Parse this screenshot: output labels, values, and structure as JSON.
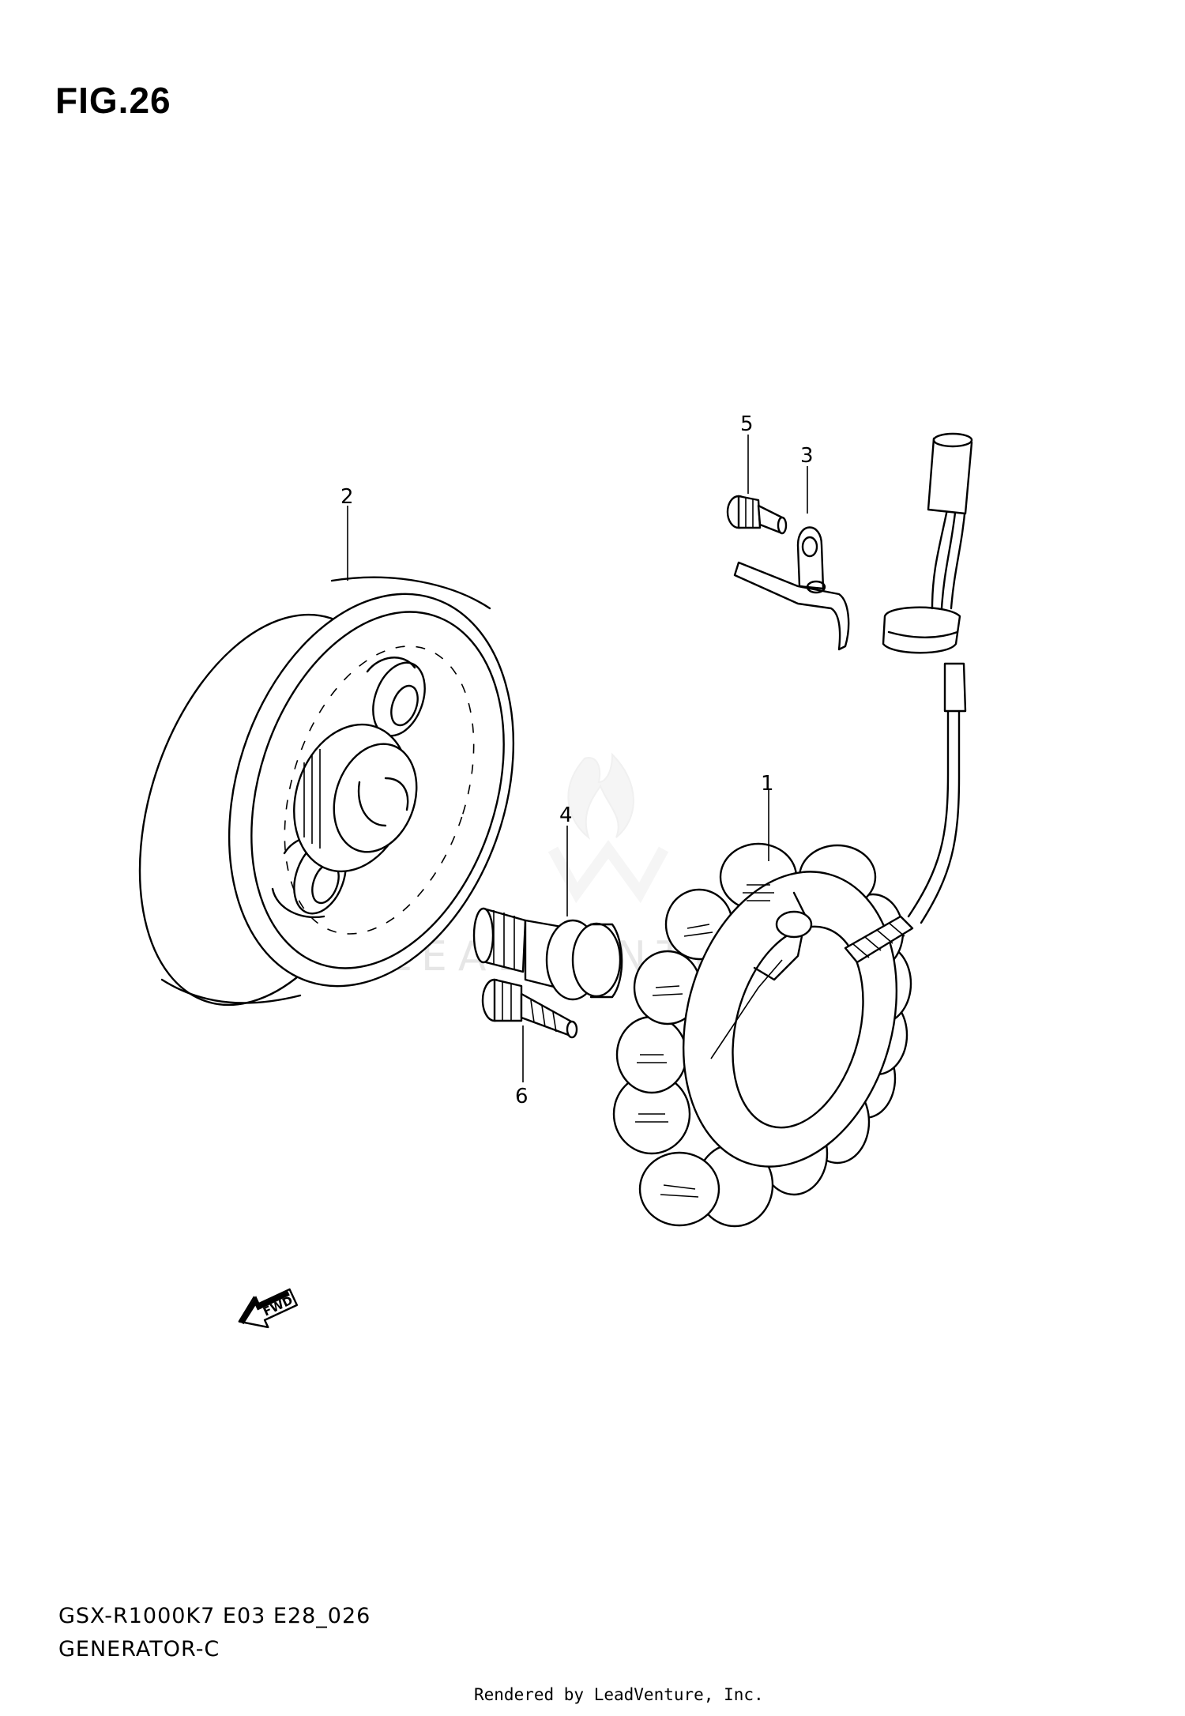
{
  "figure": {
    "title": "FIG.26"
  },
  "callouts": [
    {
      "id": "1",
      "label": "1"
    },
    {
      "id": "2",
      "label": "2"
    },
    {
      "id": "3",
      "label": "3"
    },
    {
      "id": "4",
      "label": "4"
    },
    {
      "id": "5",
      "label": "5"
    },
    {
      "id": "6",
      "label": "6"
    }
  ],
  "forward_marker": {
    "label": "FWD",
    "icon": "forward-arrow-icon"
  },
  "watermark": {
    "text": "LEADVENTURE",
    "icon": "flame-logo-icon"
  },
  "footer": {
    "diagram_code": "GSX-R1000K7 E03 E28_026",
    "diagram_name": "GENERATOR-C",
    "credit": "Rendered by LeadVenture, Inc."
  }
}
